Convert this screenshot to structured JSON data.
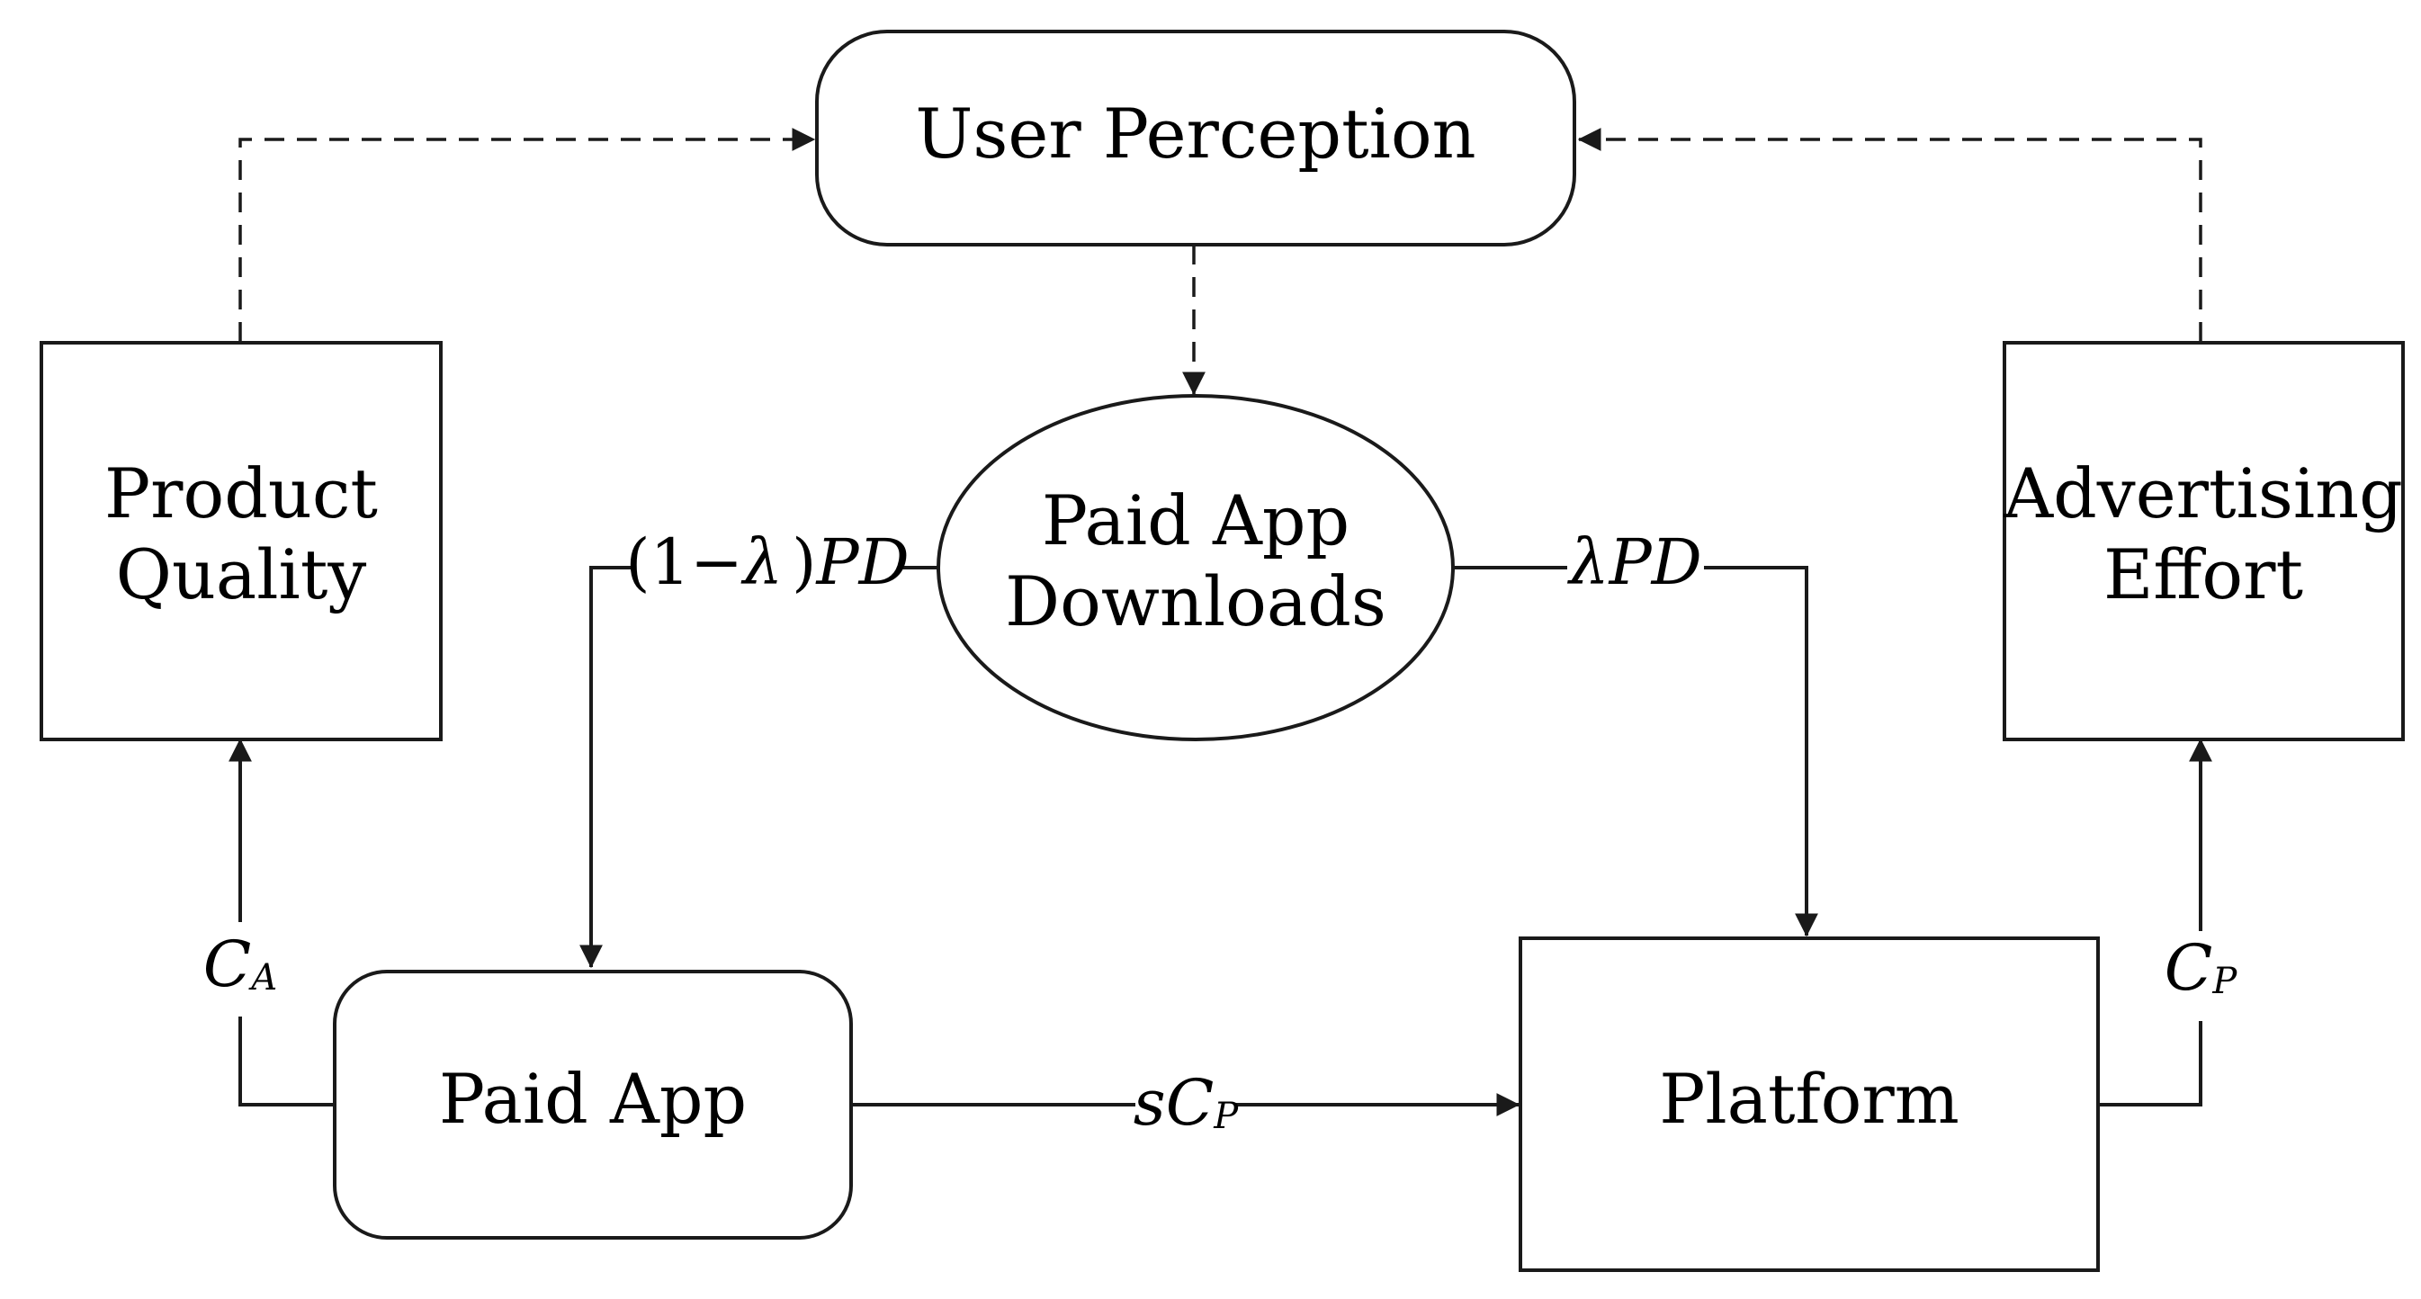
{
  "nodes": {
    "user_perception": "User Perception",
    "paid_app_downloads": {
      "line1": "Paid App",
      "line2": "Downloads"
    },
    "product_quality": {
      "line1": "Product",
      "line2": "Quality"
    },
    "advertising_effort": {
      "line1": "Advertising",
      "line2": "Effort"
    },
    "paid_app": "Paid App",
    "platform": "Platform"
  },
  "edges": {
    "developer_share": {
      "prefix": "(1−",
      "lambda": "λ",
      "paren": ")",
      "var": "PD"
    },
    "platform_share": {
      "lambda": "λ",
      "var": "PD"
    },
    "commission": {
      "var": "s",
      "base": "C",
      "sub": "P"
    },
    "developer_cost": {
      "base": "C",
      "sub": "A"
    },
    "platform_cost": {
      "base": "C",
      "sub": "P"
    }
  }
}
